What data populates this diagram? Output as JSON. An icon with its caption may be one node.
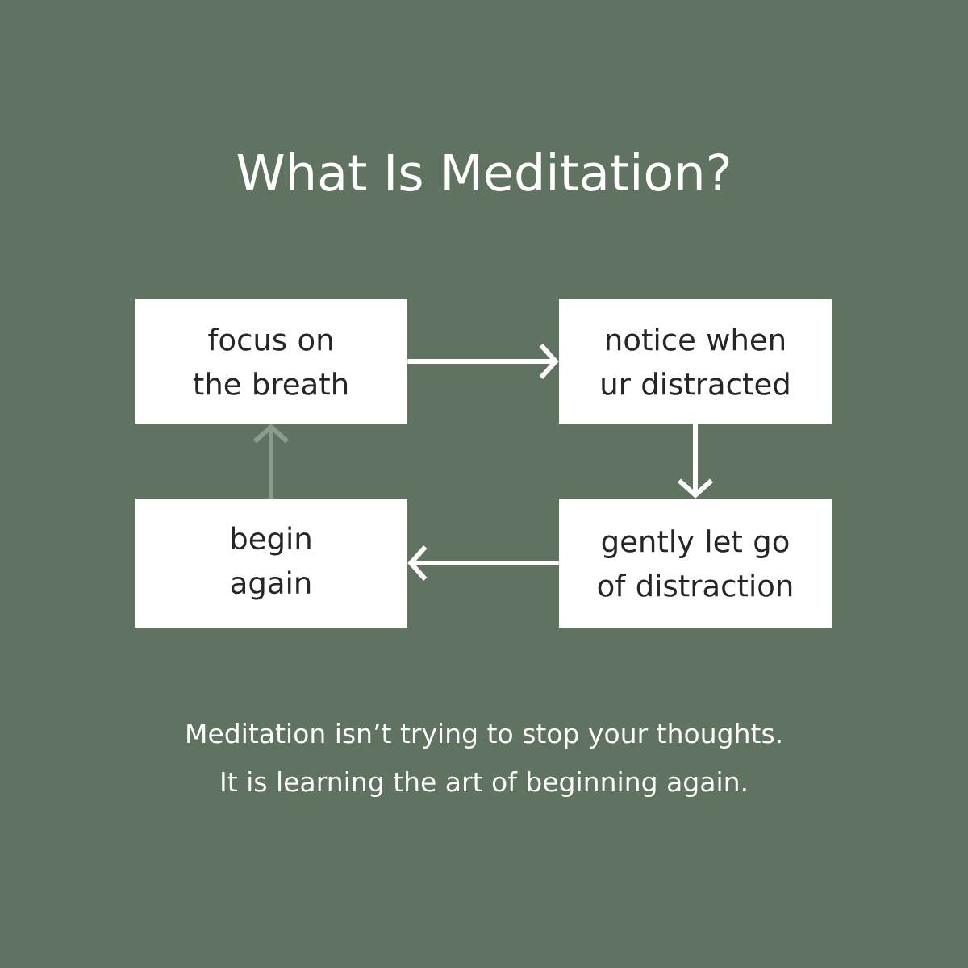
{
  "diagram": {
    "title": "What Is Meditation?",
    "nodes": [
      {
        "text": [
          "focus on the breath"
        ]
      },
      {
        "text": [
          "notice when ur distracted"
        ]
      },
      {
        "text": [
          "begin again"
        ]
      },
      {
        "text": [
          "gently let go of distraction"
        ]
      }
    ],
    "edges": [
      {
        "from": 0,
        "to": 1,
        "arrow": "to"
      },
      {
        "from": 1,
        "to": 3,
        "arrow": "to"
      },
      {
        "from": 3,
        "to": 2,
        "arrow": "to"
      },
      {
        "from": 2,
        "to": 0,
        "arrow": "to",
        "color": "#8c9c8c"
      }
    ],
    "labels": [
      "Meditation isn’t trying to stop your thoughts.",
      "It is learning the art of beginning again."
    ]
  }
}
